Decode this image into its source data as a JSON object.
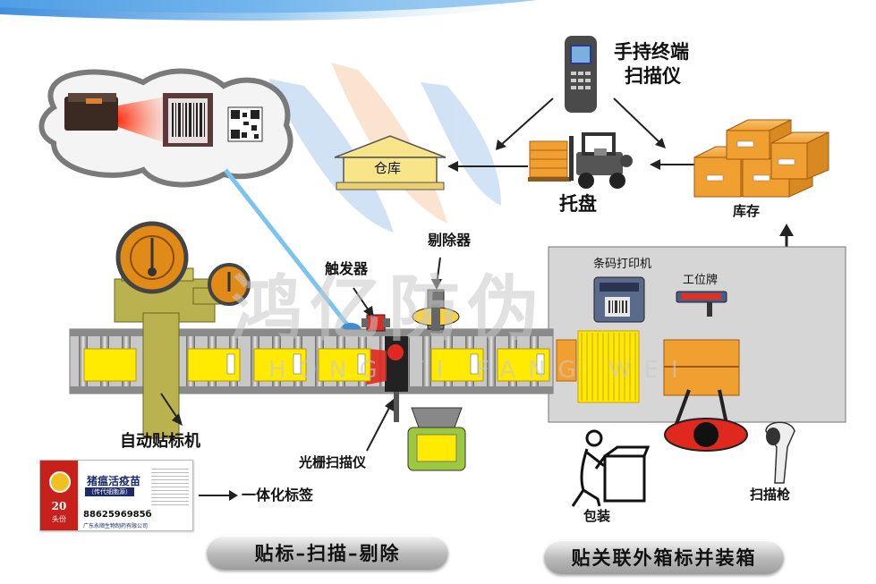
{
  "watermark": {
    "text": "鸿亿防伪",
    "pinyin": "HONG YI FANG WEI"
  },
  "labels": {
    "handheld_terminal_line1": "手持终端",
    "handheld_terminal_line2": "扫描仪",
    "warehouse": "仓库",
    "pallet": "托盘",
    "inventory": "库存",
    "rejector": "剔除器",
    "trigger": "触发器",
    "barcode_printer": "条码打印机",
    "workstation_sign": "工位牌",
    "auto_labeler": "自动贴标机",
    "light_curtain_scanner": "光栅扫描仪",
    "integrated_label": "一体化标签",
    "packing": "包装",
    "scan_gun": "扫描枪"
  },
  "buttons": {
    "label_scan_reject": "贴标–扫描–剔除",
    "box_labeling_packing": "贴关联外箱标并装箱"
  },
  "label_sample": {
    "product_name": "猪瘟活疫苗",
    "product_sub": "（传代细胞源）",
    "quantity": "20",
    "unit": "头份",
    "phone": "8862596985б",
    "company": "广东永顺生物制药有限公司"
  },
  "colors": {
    "box_orange": "#f0a030",
    "label_yellow": "#ffea00",
    "machine_olive": "#b9b24e",
    "conveyor_gray": "#9a9a9a",
    "accent_red": "#e0281e"
  }
}
